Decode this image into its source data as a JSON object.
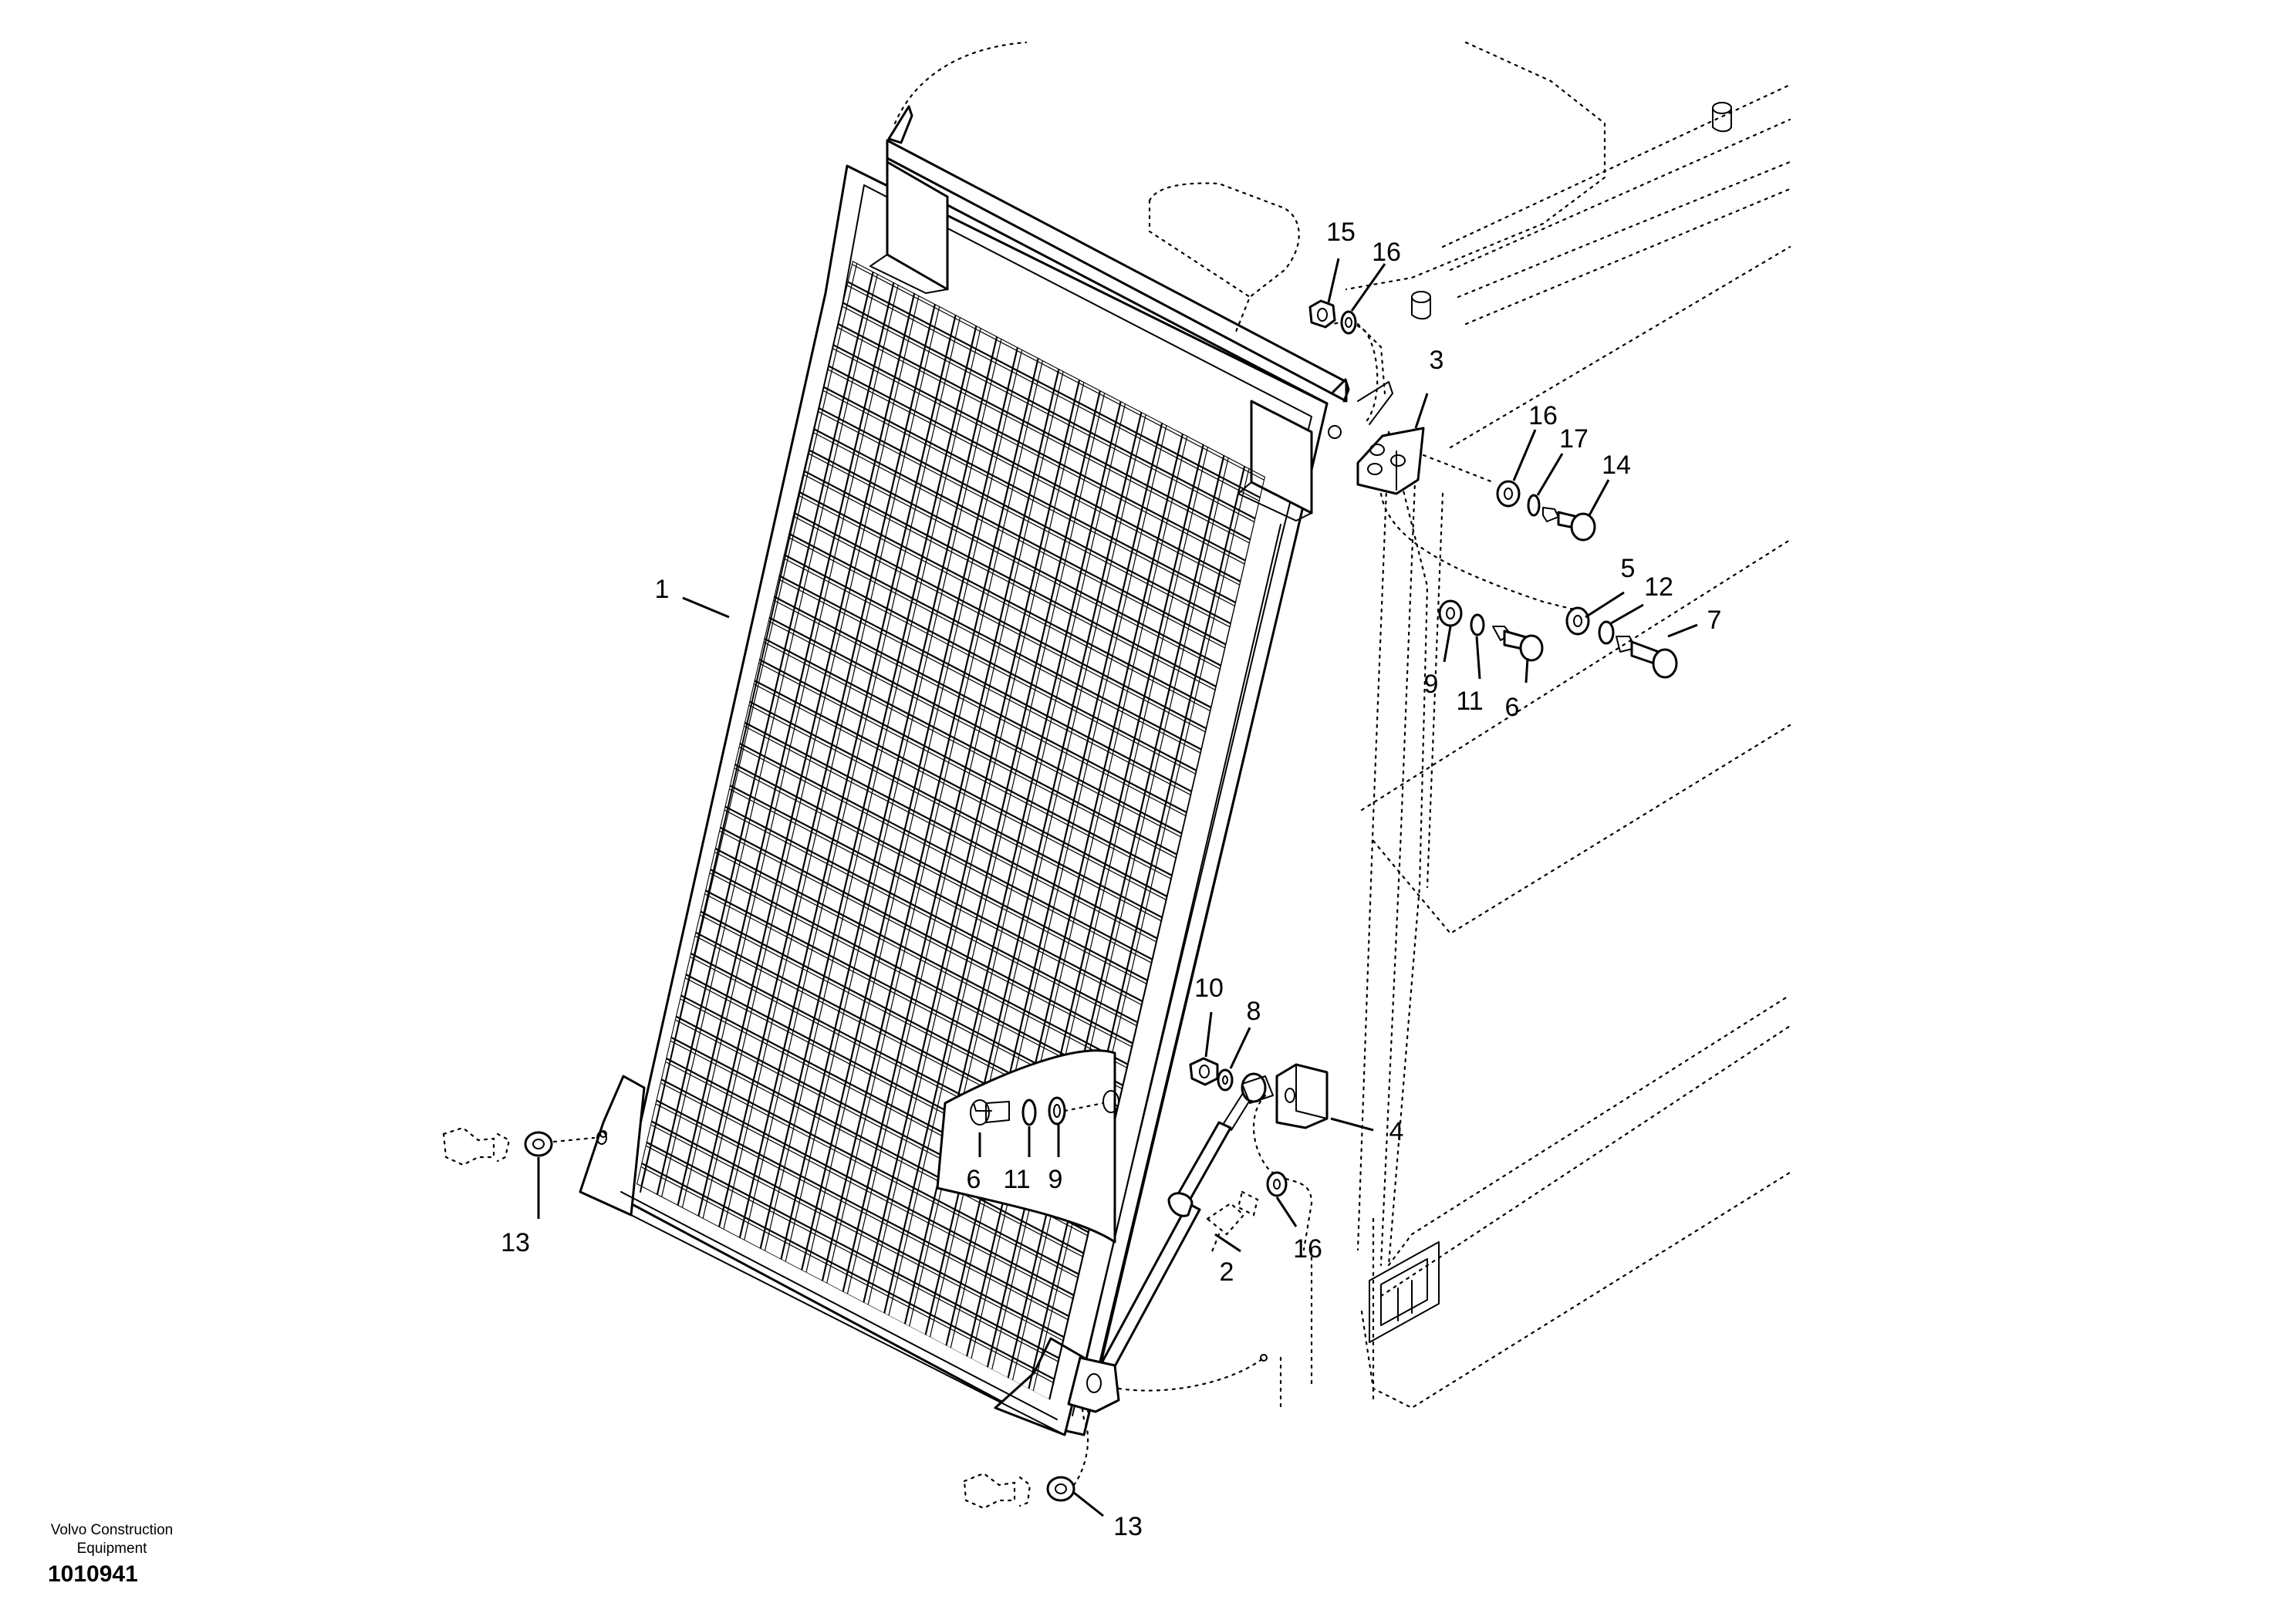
{
  "diagram": {
    "callouts": [
      {
        "id": "c1",
        "text": "1"
      },
      {
        "id": "c2",
        "text": "2"
      },
      {
        "id": "c3",
        "text": "3"
      },
      {
        "id": "c4",
        "text": "4"
      },
      {
        "id": "c5",
        "text": "5"
      },
      {
        "id": "c6a",
        "text": "6"
      },
      {
        "id": "c6b",
        "text": "6"
      },
      {
        "id": "c7",
        "text": "7"
      },
      {
        "id": "c8",
        "text": "8"
      },
      {
        "id": "c9a",
        "text": "9"
      },
      {
        "id": "c9b",
        "text": "9"
      },
      {
        "id": "c10",
        "text": "10"
      },
      {
        "id": "c11a",
        "text": "11"
      },
      {
        "id": "c11b",
        "text": "11"
      },
      {
        "id": "c12",
        "text": "12"
      },
      {
        "id": "c13a",
        "text": "13"
      },
      {
        "id": "c13b",
        "text": "13"
      },
      {
        "id": "c14",
        "text": "14"
      },
      {
        "id": "c15",
        "text": "15"
      },
      {
        "id": "c16a",
        "text": "16"
      },
      {
        "id": "c16b",
        "text": "16"
      },
      {
        "id": "c16c",
        "text": "16"
      },
      {
        "id": "c17",
        "text": "17"
      }
    ]
  },
  "footer": {
    "brand_line1": "Volvo Construction",
    "brand_line2": "Equipment",
    "drawing_number": "1010941"
  }
}
